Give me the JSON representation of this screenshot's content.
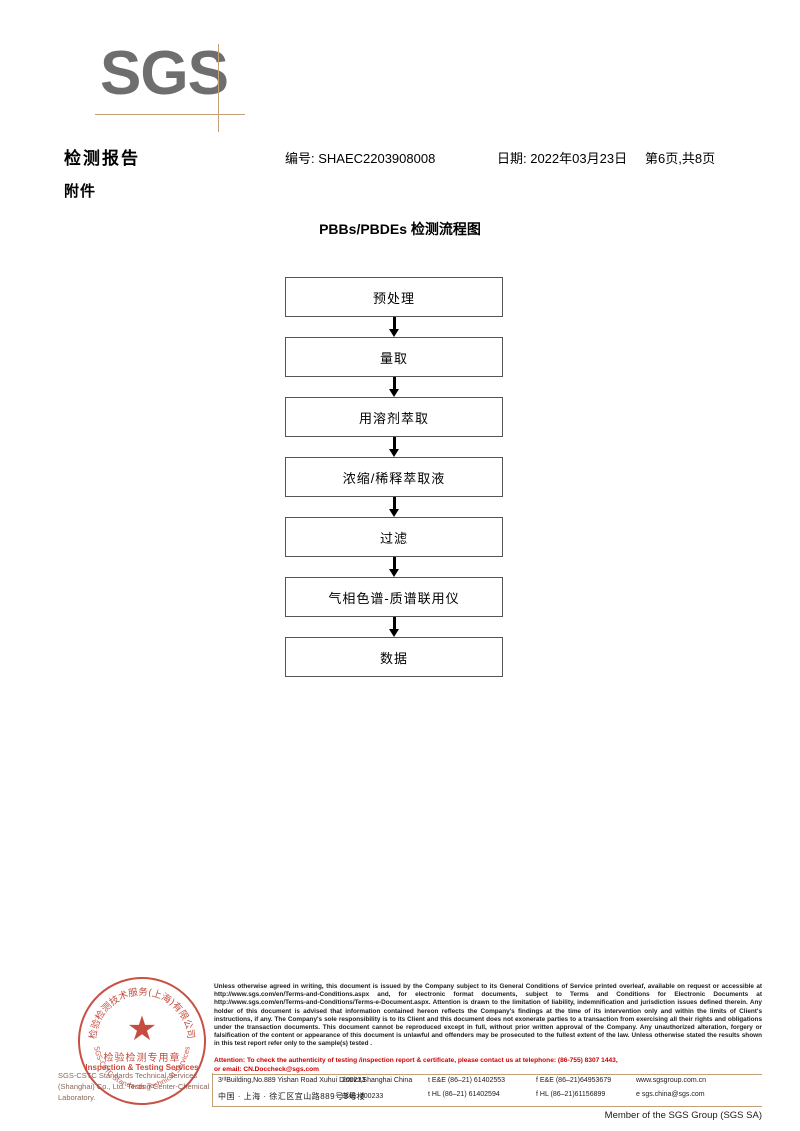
{
  "header": {
    "logo_text": "SGS",
    "doc_title": "检测报告",
    "doc_subtitle": "附件",
    "report_no": "编号: SHAEC2203908008",
    "date": "日期: 2022年03月23日",
    "page": "第6页,共8页"
  },
  "flowchart": {
    "title": "PBBs/PBDEs 检测流程图",
    "nodes": [
      {
        "label": "预处理"
      },
      {
        "label": "量取"
      },
      {
        "label": "用溶剂萃取"
      },
      {
        "label": "浓缩/稀释萃取液"
      },
      {
        "label": "过滤"
      },
      {
        "label": "气相色谱-质谱联用仪"
      },
      {
        "label": "数据"
      }
    ]
  },
  "footer": {
    "stamp": {
      "ring_text_cn": "检验检测技术服务(上海)有限公司",
      "center_cn": "检验检测专用章",
      "center_en": "Inspection & Testing Services",
      "company": "SGS-CSTC Standards Technical Services (Shanghai) Co., Ltd. Testing Center-Chemical Laboratory."
    },
    "legal_text": "Unless otherwise agreed in writing, this document is issued by the Company subject to its General Conditions of Service printed overleaf, available on request or accessible at http://www.sgs.com/en/Terms-and-Conditions.aspx and, for electronic format documents, subject to Terms and Conditions for Electronic Documents at http://www.sgs.com/en/Terms-and-Conditions/Terms-e-Document.aspx. Attention is drawn to the limitation of liability, indemnification and jurisdiction issues defined therein. Any holder of this document is advised that information contained hereon reflects the Company's findings at the time of its intervention only and within the limits of Client's instructions, if any. The Company's sole responsibility is to its Client and this document does not exonerate parties to a transaction from exercising all their rights and obligations under the transaction documents. This document cannot be reproduced except in full, without prior written approval of the Company. Any unauthorized alteration, forgery or falsification of the content or appearance of this document is unlawful and offenders may be prosecuted to the fullest extent of the law. Unless otherwise stated the results shown in this test report refer only to the sample(s) tested .",
    "attention_line1": "Attention: To check the authenticity of testing /inspection report & certificate, please contact us at telephone: (86-755) 8307 1443,",
    "attention_line2": "or email: CN.Doccheck@sgs.com",
    "address_en": {
      "street": "3ʳᵈBuilding,No.889 Yishan Road Xuhui District,Shanghai China",
      "zip": "200233",
      "tel1": "t E&E (86–21) 61402553",
      "tel2": "f E&E (86–21)64953679",
      "web": "www.sgsgroup.com.cn"
    },
    "address_cn": {
      "street": "中国 · 上海 · 徐汇区宜山路889号3号楼",
      "zip": "邮编: 200233",
      "tel1": "t HL (86–21) 61402594",
      "tel2": "f HL (86–21)61156899",
      "web": "e sgs.china@sgs.com"
    },
    "member_line": "Member of the SGS Group (SGS SA)"
  },
  "colors": {
    "logo_gray": "#6e6e6e",
    "rule_tan": "#c4a077",
    "stamp_red": "#c0392b",
    "attention_red": "#cc0000"
  }
}
